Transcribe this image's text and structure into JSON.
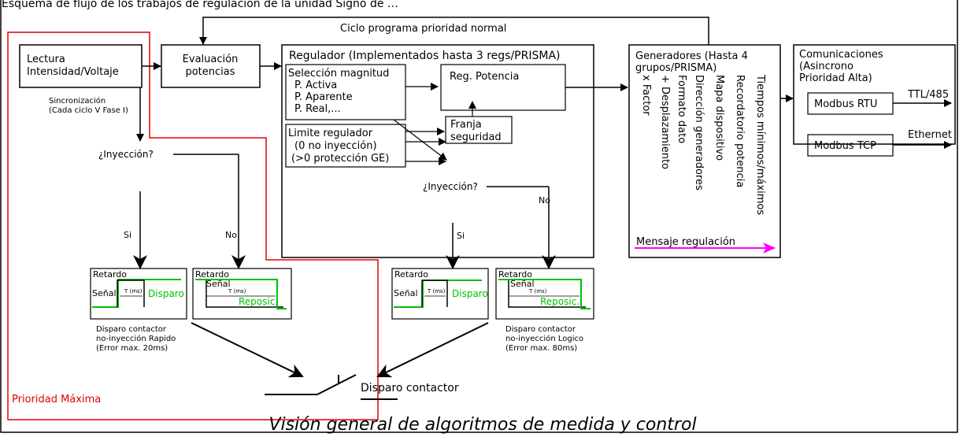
{
  "top_partial_text": "Esquema de flujo de los trabajos de regulación de la unidad Signo de …",
  "ciclo_label": "Ciclo programa prioridad normal",
  "lectura": {
    "line1": "Lectura",
    "line2": "Intensidad/Voltaje"
  },
  "evaluacion": {
    "line1": "Evaluación",
    "line2": "potencias"
  },
  "sincronizacion": {
    "line1": "Sincronización",
    "line2": "(Cada ciclo V Fase I)"
  },
  "regulador": {
    "title": "Regulador (Implementados hasta 3 regs/PRISMA)",
    "seleccion": {
      "title": "Selección magnitud",
      "items": [
        "P. Activa",
        "P. Aparente",
        "P. Real,..."
      ]
    },
    "limite": {
      "title": "Limite regulador",
      "line2": "(0 no inyección)",
      "line3": "(>0 protección GE)"
    },
    "reg_potencia": "Reg. Potencia",
    "franja": {
      "line1": "Franja",
      "line2": "seguridad"
    },
    "inyeccion": "¿Inyección?",
    "si": "Si",
    "no": "No"
  },
  "left_branch": {
    "inyeccion": "¿Inyección?",
    "si": "Si",
    "no": "No"
  },
  "timing": {
    "retardo": "Retardo",
    "senal": "Señal",
    "t_ms": "T (ms)",
    "disparo": "Disparo",
    "reposic": "Reposic."
  },
  "disparo_rapido": {
    "line1": "Disparo contactor",
    "line2": "no-inyección Rapido",
    "line3": "(Error max. 20ms)"
  },
  "disparo_logico": {
    "line1": "Disparo contactor",
    "line2": "no-inyección Logico",
    "line3": "(Error max. 80ms)"
  },
  "disparo_contactor": "Disparo contactor",
  "prioridad_maxima": "Prioridad Máxima",
  "generadores": {
    "line1": "Generadores (Hasta 4",
    "line2": "grupos/PRISMA)",
    "vertical": [
      "Tiempos mínimos/máximos",
      "Recordatorio potencia",
      "Mapa dispositivo",
      "Dirección generadores",
      "Formato dato",
      "+ Desplazamiento",
      "x Factor"
    ],
    "mensaje": "Mensaje regulación"
  },
  "comunicaciones": {
    "line1": "Comunicaciones",
    "line2": "(Asincrono",
    "line3": "Prioridad Alta)",
    "rtu": "Modbus RTU",
    "tcp": "Modbus TCP",
    "ttl": "TTL/485",
    "ethernet": "Ethernet"
  },
  "caption": "Visión general de algoritmos de medida y control",
  "colors": {
    "priority_red": "#e00000",
    "signal_green": "#00c000",
    "message_magenta": "#ff00ff"
  }
}
